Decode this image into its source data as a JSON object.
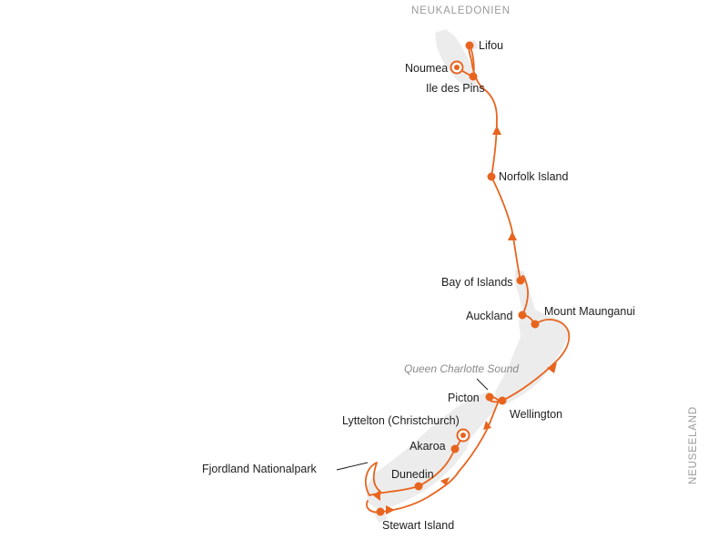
{
  "regions": {
    "new_caledonia": "NEUKALEDONIEN",
    "new_zealand": "NEUSEELAND"
  },
  "places": {
    "lifou": "Lifou",
    "noumea": "Noumea",
    "ile_des_pins": "Ile des Pins",
    "norfolk_island": "Norfolk Island",
    "bay_of_islands": "Bay of Islands",
    "auckland": "Auckland",
    "mount_maunganui": "Mount Maunganui",
    "queen_charlotte_sound": "Queen Charlotte Sound",
    "picton": "Picton",
    "wellington": "Wellington",
    "lyttelton": "Lyttelton (Christchurch)",
    "akaroa": "Akaroa",
    "fjordland": "Fjordland Nationalpark",
    "dunedin": "Dunedin",
    "stewart_island": "Stewart Island"
  },
  "colors": {
    "route": "#e8641e",
    "land": "#ececec",
    "label": "#1e1e1e",
    "region_label": "#9a9a9a"
  }
}
